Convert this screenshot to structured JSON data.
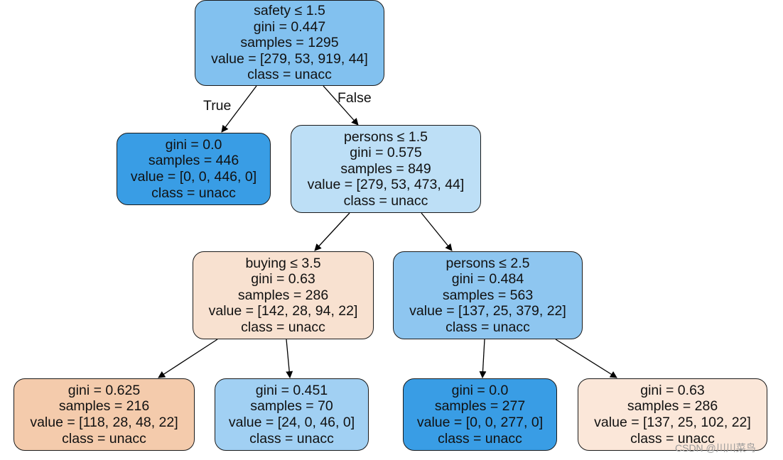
{
  "nodes": [
    {
      "id": "n0",
      "split": "safety ≤ 1.5",
      "gini": "gini = 0.447",
      "samples": "samples = 1295",
      "value": "value = [279, 53, 919, 44]",
      "class": "class = unacc",
      "fill": "#82c1ef"
    },
    {
      "id": "n1",
      "split": "",
      "gini": "gini = 0.0",
      "samples": "samples = 446",
      "value": "value = [0, 0, 446, 0]",
      "class": "class = unacc",
      "fill": "#399de5"
    },
    {
      "id": "n2",
      "split": "persons ≤ 1.5",
      "gini": "gini = 0.575",
      "samples": "samples = 849",
      "value": "value = [279, 53, 473, 44]",
      "class": "class = unacc",
      "fill": "#bddff6"
    },
    {
      "id": "n3",
      "split": "buying ≤ 3.5",
      "gini": "gini = 0.63",
      "samples": "samples = 286",
      "value": "value = [142, 28, 94, 22]",
      "class": "class = unacc",
      "fill": "#f8e1d0"
    },
    {
      "id": "n4",
      "split": "persons ≤ 2.5",
      "gini": "gini = 0.484",
      "samples": "samples = 563",
      "value": "value = [137, 25, 379, 22]",
      "class": "class = unacc",
      "fill": "#8ec6f0"
    },
    {
      "id": "n5",
      "split": "",
      "gini": "gini = 0.625",
      "samples": "samples = 216",
      "value": "value = [118, 28, 48, 22]",
      "class": "class = unacc",
      "fill": "#f4cbac"
    },
    {
      "id": "n6",
      "split": "",
      "gini": "gini = 0.451",
      "samples": "samples = 70",
      "value": "value = [24, 0, 46, 0]",
      "class": "class = unacc",
      "fill": "#a1d0f3"
    },
    {
      "id": "n7",
      "split": "",
      "gini": "gini = 0.0",
      "samples": "samples = 277",
      "value": "value = [0, 0, 277, 0]",
      "class": "class = unacc",
      "fill": "#399de5"
    },
    {
      "id": "n8",
      "split": "",
      "gini": "gini = 0.63",
      "samples": "samples = 286",
      "value": "value = [137, 25, 102, 22]",
      "class": "class = unacc",
      "fill": "#fbe7d9"
    }
  ],
  "edges": [
    {
      "from": "n0",
      "to": "n1",
      "label": "True"
    },
    {
      "from": "n0",
      "to": "n2",
      "label": "False"
    },
    {
      "from": "n2",
      "to": "n3",
      "label": ""
    },
    {
      "from": "n2",
      "to": "n4",
      "label": ""
    },
    {
      "from": "n3",
      "to": "n5",
      "label": ""
    },
    {
      "from": "n3",
      "to": "n6",
      "label": ""
    },
    {
      "from": "n4",
      "to": "n7",
      "label": ""
    },
    {
      "from": "n4",
      "to": "n8",
      "label": ""
    }
  ],
  "watermark": "CSDN @川川菜鸟"
}
